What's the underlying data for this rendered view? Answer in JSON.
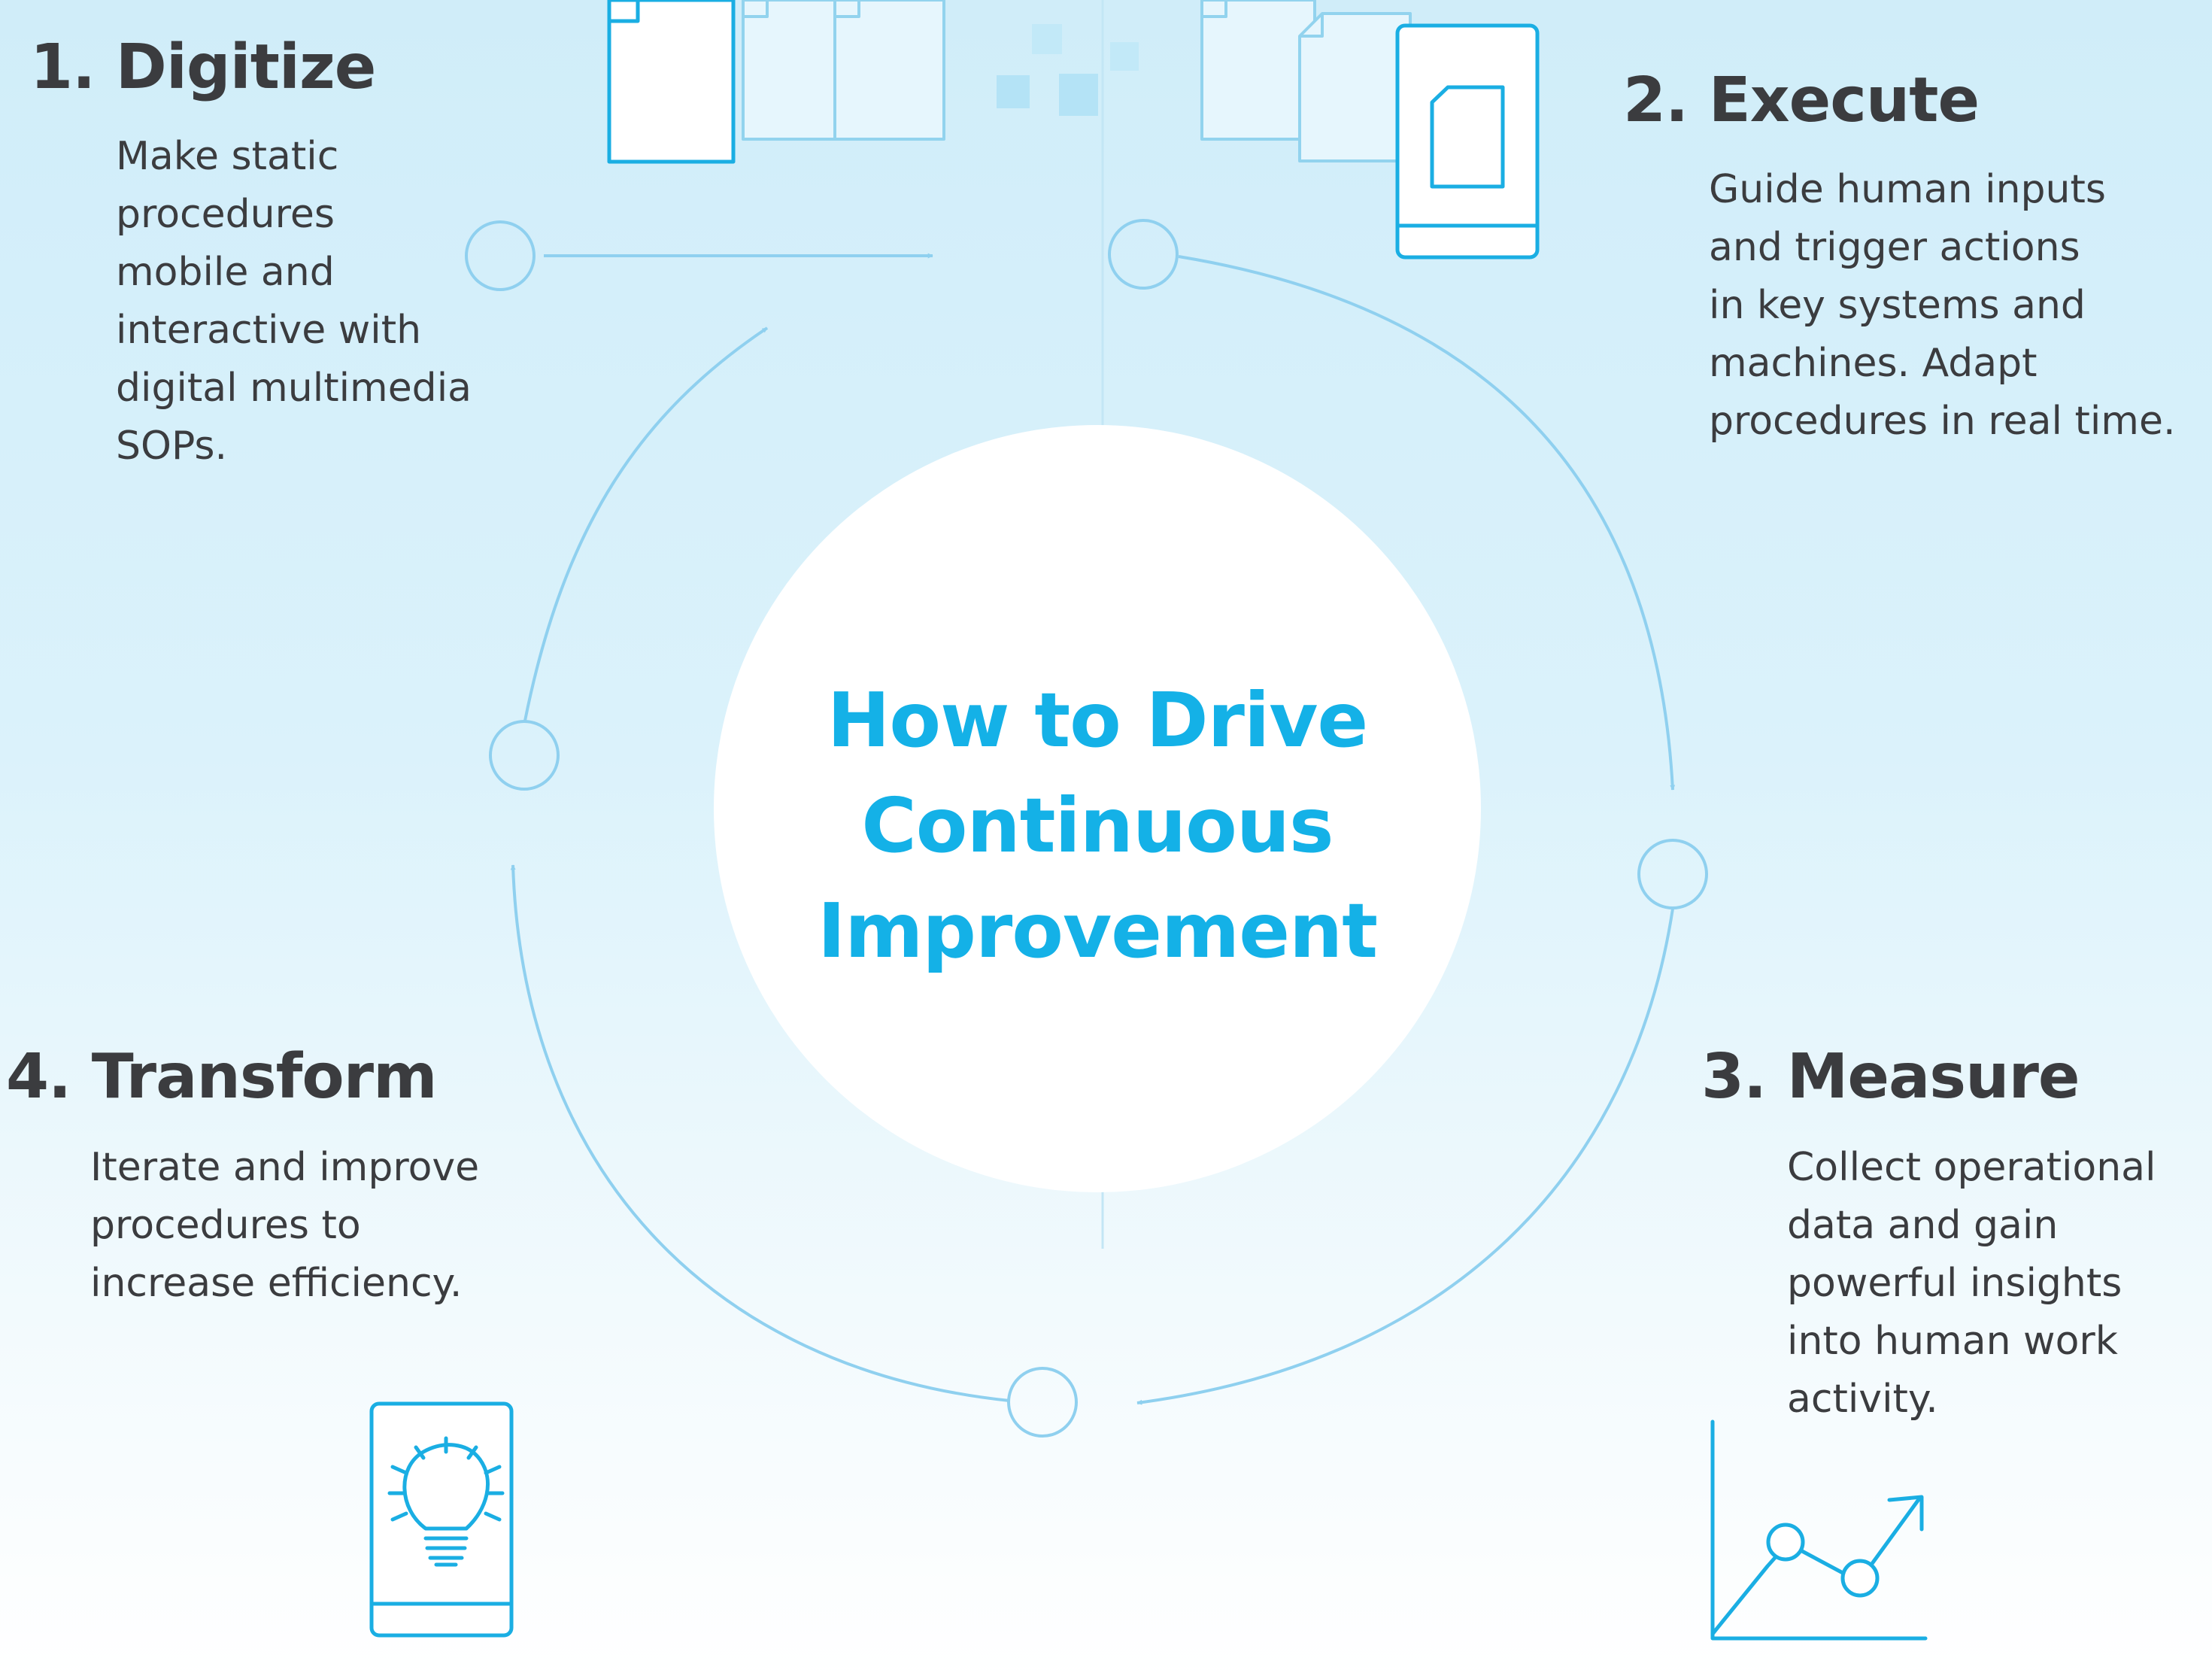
{
  "center": {
    "title": "How to Drive\nContinuous\nImprovement"
  },
  "steps": [
    {
      "id": "digitize",
      "title": "1. Digitize",
      "body": "Make static\nprocedures\nmobile and\ninteractive with\ndigital multimedia\nSOPs."
    },
    {
      "id": "execute",
      "title": "2. Execute",
      "body": "Guide human inputs\nand trigger actions\nin key systems and\nmachines. Adapt\nprocedures in real time."
    },
    {
      "id": "measure",
      "title": "3. Measure",
      "body": "Collect operational\ndata and gain\npowerful insights\ninto human work\nactivity."
    },
    {
      "id": "transform",
      "title": "4. Transform",
      "body": "Iterate and improve\nprocedures to\nincrease efficiency."
    }
  ],
  "icons": [
    "documents-icon",
    "pixel-squares-icon",
    "document-to-tablet-icon",
    "line-chart-icon",
    "lightbulb-tablet-icon"
  ],
  "colors": {
    "accent": "#14b1e7",
    "cycle_line": "#8fd0ef",
    "icon_light": "#92d3ee",
    "text": "#3b3c3f",
    "background_top": "#d0edf9",
    "background_bottom": "#ffffff"
  }
}
